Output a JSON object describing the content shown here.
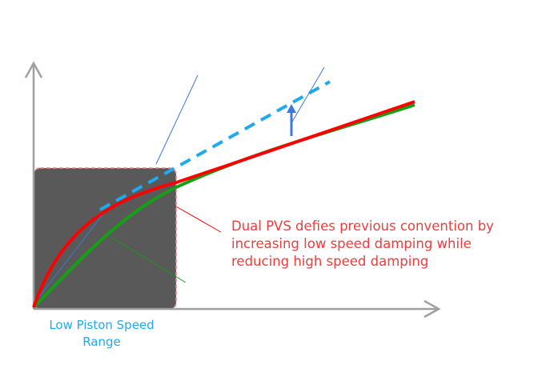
{
  "annotation": {
    "lines": [
      "Dual PVS defies previous convention by",
      "increasing low speed damping while",
      "reducing high speed damping"
    ]
  },
  "range_label": {
    "lines": [
      "Low Piston Speed",
      "Range"
    ]
  },
  "colors": {
    "axis": "#a0a0a0",
    "box": "#595959",
    "red_curve": "#ff0000",
    "green_curve": "#14a014",
    "dashed_blue": "#1eaaf0",
    "arrow": "#3c78d8",
    "annotation": "#f03c3c"
  }
}
